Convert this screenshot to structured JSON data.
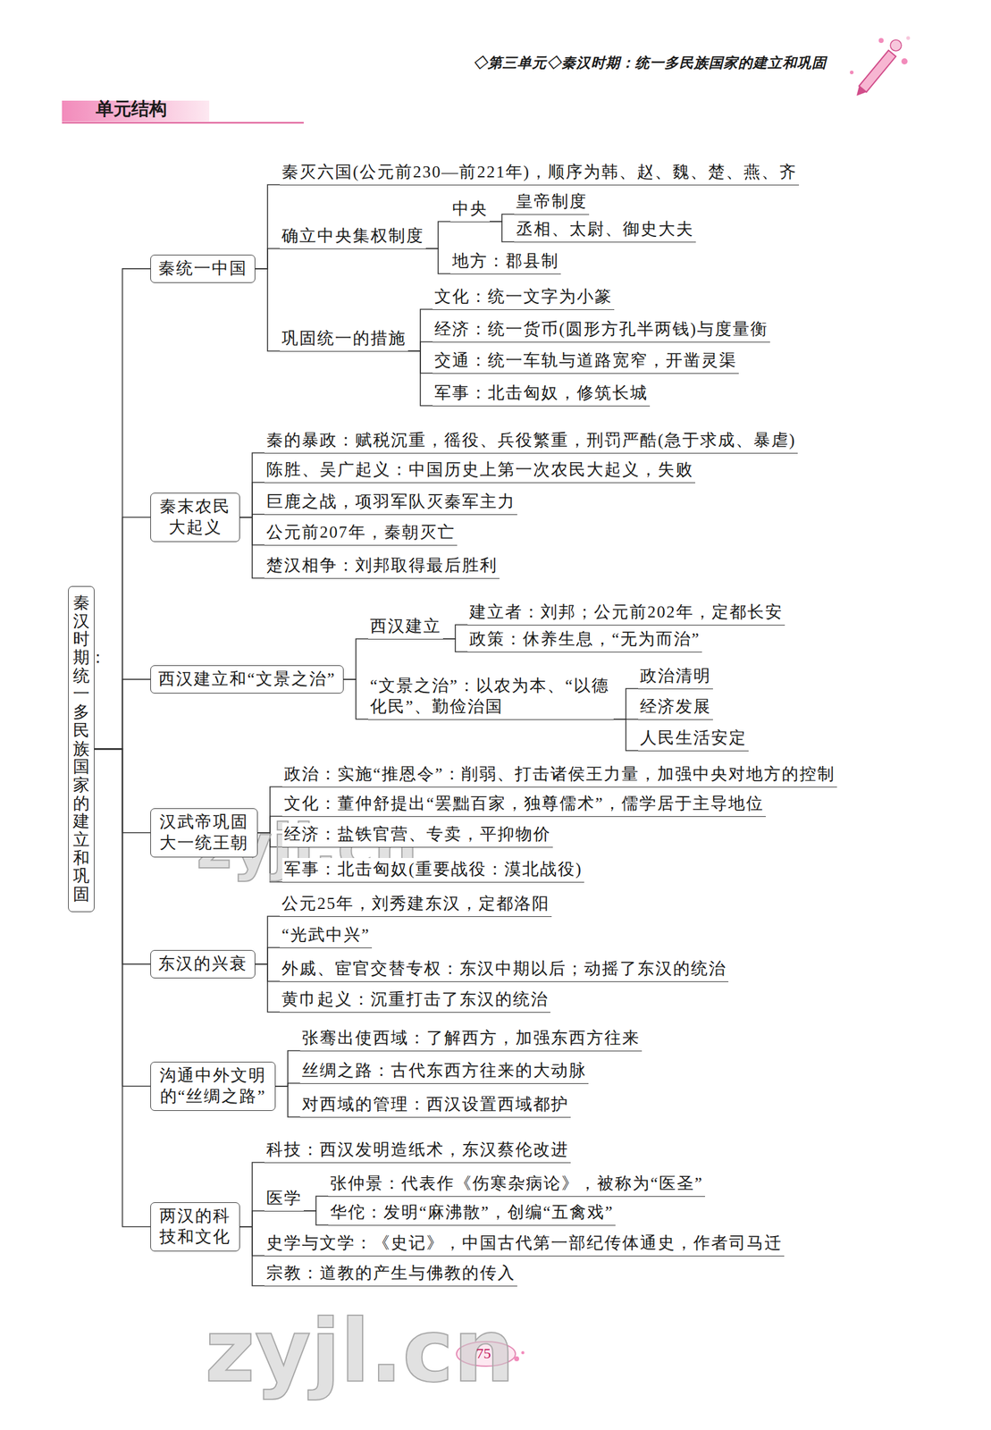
{
  "diagram": {
    "title": "单元结构",
    "nodes": [
      {
        "text": [
          "秦汉时期：统一多民族国家的建立和巩固"
        ]
      },
      {
        "text": [
          "秦统一中国"
        ]
      },
      {
        "text": [
          "秦灭六国(公元前230—前221年)，顺序为韩、赵、魏、楚、燕、齐"
        ]
      },
      {
        "text": [
          "确立中央集权制度"
        ]
      },
      {
        "text": [
          "中央"
        ]
      },
      {
        "text": [
          "皇帝制度"
        ]
      },
      {
        "text": [
          "丞相、太尉、御史大夫"
        ]
      },
      {
        "text": [
          "地方：郡县制"
        ]
      },
      {
        "text": [
          "巩固统一的措施"
        ]
      },
      {
        "text": [
          "文化：统一文字为小篆"
        ]
      },
      {
        "text": [
          "经济：统一货币(圆形方孔半两钱)与度量衡"
        ]
      },
      {
        "text": [
          "交通：统一车轨与道路宽窄，开凿灵渠"
        ]
      },
      {
        "text": [
          "军事：北击匈奴，修筑长城"
        ]
      },
      {
        "text": [
          "秦末农民 大起义"
        ]
      },
      {
        "text": [
          "秦的暴政：赋税沉重，徭役、兵役繁重，刑罚严酷(急于求成、暴虐)"
        ]
      },
      {
        "text": [
          "陈胜、吴广起义：中国历史上第一次农民大起义，失败"
        ]
      },
      {
        "text": [
          "巨鹿之战，项羽军队灭秦军主力"
        ]
      },
      {
        "text": [
          "公元前207年，秦朝灭亡"
        ]
      },
      {
        "text": [
          "楚汉相争：刘邦取得最后胜利"
        ]
      },
      {
        "text": [
          "西汉建立和“文景之治”"
        ]
      },
      {
        "text": [
          "西汉建立"
        ]
      },
      {
        "text": [
          "建立者：刘邦；公元前202年，定都长安"
        ]
      },
      {
        "text": [
          "政策：休养生息，“无为而治”"
        ]
      },
      {
        "text": [
          "“文景之治”：以农为本、“以德 化民”、勤俭治国"
        ]
      },
      {
        "text": [
          "政治清明"
        ]
      },
      {
        "text": [
          "经济发展"
        ]
      },
      {
        "text": [
          "人民生活安定"
        ]
      },
      {
        "text": [
          "汉武帝巩固 大一统王朝"
        ]
      },
      {
        "text": [
          "政治：实施“推恩令”：削弱、打击诸侯王力量，加强中央对地方的控制"
        ]
      },
      {
        "text": [
          "文化：董仲舒提出“罢黜百家，独尊儒术”，儒学居于主导地位"
        ]
      },
      {
        "text": [
          "经济：盐铁官营、专卖，平抑物价"
        ]
      },
      {
        "text": [
          "军事：北击匈奴(重要战役：漠北战役)"
        ]
      },
      {
        "text": [
          "东汉的兴衰"
        ]
      },
      {
        "text": [
          "公元25年，刘秀建东汉，定都洛阳"
        ]
      },
      {
        "text": [
          "“光武中兴”"
        ]
      },
      {
        "text": [
          "外戚、宦官交替专权：东汉中期以后；动摇了东汉的统治"
        ]
      },
      {
        "text": [
          "黄巾起义：沉重打击了东汉的统治"
        ]
      },
      {
        "text": [
          "沟通中外文明 的“丝绸之路”"
        ]
      },
      {
        "text": [
          "张骞出使西域：了解西方，加强东西方往来"
        ]
      },
      {
        "text": [
          "丝绸之路：古代东西方往来的大动脉"
        ]
      },
      {
        "text": [
          "对西域的管理：西汉设置西域都护"
        ]
      },
      {
        "text": [
          "两汉的科 技和文化"
        ]
      },
      {
        "text": [
          "科技：西汉发明造纸术，东汉蔡伦改进"
        ]
      },
      {
        "text": [
          "医学"
        ]
      },
      {
        "text": [
          "张仲景：代表作《伤寒杂病论》，被称为“医圣”"
        ]
      },
      {
        "text": [
          "华佗：发明“麻沸散”，创编“五禽戏”"
        ]
      },
      {
        "text": [
          "史学与文学：《史记》，中国古代第一部纪传体通史，作者司马迁"
        ]
      },
      {
        "text": [
          "宗教：道教的产生与佛教的传入"
        ]
      }
    ],
    "edges": [
      {
        "from": 0,
        "to": 1,
        "arrow": "none"
      },
      {
        "from": 0,
        "to": 13,
        "arrow": "none"
      },
      {
        "from": 0,
        "to": 19,
        "arrow": "none"
      },
      {
        "from": 0,
        "to": 27,
        "arrow": "none"
      },
      {
        "from": 0,
        "to": 32,
        "arrow": "none"
      },
      {
        "from": 0,
        "to": 37,
        "arrow": "none"
      },
      {
        "from": 0,
        "to": 41,
        "arrow": "none"
      },
      {
        "from": 1,
        "to": 2,
        "arrow": "none"
      },
      {
        "from": 1,
        "to": 3,
        "arrow": "none"
      },
      {
        "from": 1,
        "to": 8,
        "arrow": "none"
      },
      {
        "from": 3,
        "to": 4,
        "arrow": "none"
      },
      {
        "from": 3,
        "to": 7,
        "arrow": "none"
      },
      {
        "from": 4,
        "to": 5,
        "arrow": "none"
      },
      {
        "from": 4,
        "to": 6,
        "arrow": "none"
      },
      {
        "from": 8,
        "to": 9,
        "arrow": "none"
      },
      {
        "from": 8,
        "to": 10,
        "arrow": "none"
      },
      {
        "from": 8,
        "to": 11,
        "arrow": "none"
      },
      {
        "from": 8,
        "to": 12,
        "arrow": "none"
      },
      {
        "from": 13,
        "to": 14,
        "arrow": "none"
      },
      {
        "from": 13,
        "to": 15,
        "arrow": "none"
      },
      {
        "from": 13,
        "to": 16,
        "arrow": "none"
      },
      {
        "from": 13,
        "to": 17,
        "arrow": "none"
      },
      {
        "from": 13,
        "to": 18,
        "arrow": "none"
      },
      {
        "from": 19,
        "to": 20,
        "arrow": "none"
      },
      {
        "from": 19,
        "to": 23,
        "arrow": "none"
      },
      {
        "from": 20,
        "to": 21,
        "arrow": "none"
      },
      {
        "from": 20,
        "to": 22,
        "arrow": "none"
      },
      {
        "from": 23,
        "to": 24,
        "arrow": "none"
      },
      {
        "from": 23,
        "to": 25,
        "arrow": "none"
      },
      {
        "from": 23,
        "to": 26,
        "arrow": "none"
      },
      {
        "from": 27,
        "to": 28,
        "arrow": "none"
      },
      {
        "from": 27,
        "to": 29,
        "arrow": "none"
      },
      {
        "from": 27,
        "to": 30,
        "arrow": "none"
      },
      {
        "from": 27,
        "to": 31,
        "arrow": "none"
      },
      {
        "from": 32,
        "to": 33,
        "arrow": "none"
      },
      {
        "from": 32,
        "to": 34,
        "arrow": "none"
      },
      {
        "from": 32,
        "to": 35,
        "arrow": "none"
      },
      {
        "from": 32,
        "to": 36,
        "arrow": "none"
      },
      {
        "from": 37,
        "to": 38,
        "arrow": "none"
      },
      {
        "from": 37,
        "to": 39,
        "arrow": "none"
      },
      {
        "from": 37,
        "to": 40,
        "arrow": "none"
      },
      {
        "from": 41,
        "to": 42,
        "arrow": "none"
      },
      {
        "from": 41,
        "to": 43,
        "arrow": "none"
      },
      {
        "from": 41,
        "to": 46,
        "arrow": "none"
      },
      {
        "from": 41,
        "to": 47,
        "arrow": "none"
      },
      {
        "from": 43,
        "to": 44,
        "arrow": "none"
      },
      {
        "from": 43,
        "to": 45,
        "arrow": "none"
      }
    ],
    "labels": [
      "◇第三单元◇秦汉时期：统一多民族国家的建立和巩固",
      "75",
      "zyjl.cn",
      "zyjl.cn"
    ]
  }
}
